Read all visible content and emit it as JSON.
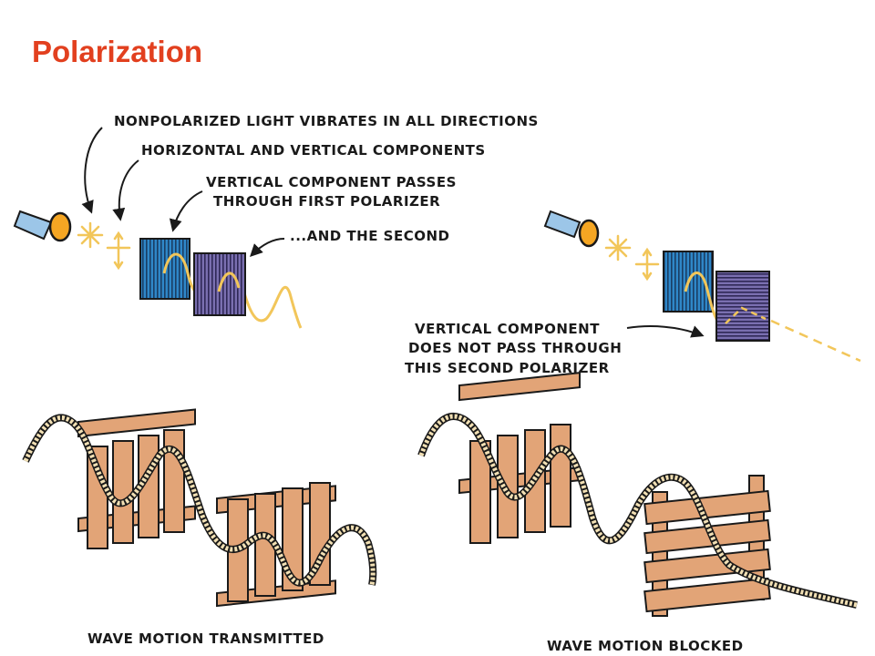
{
  "title": "Polarization",
  "labels": {
    "nonpolarized": "NONPOLARIZED LIGHT VIBRATES IN ALL DIRECTIONS",
    "components": "HORIZONTAL AND VERTICAL COMPONENTS",
    "passes_line1": "VERTICAL COMPONENT PASSES",
    "passes_line2": "THROUGH FIRST POLARIZER",
    "second": "...AND THE SECOND",
    "blocked_line1": "VERTICAL COMPONENT",
    "blocked_line2": "DOES NOT PASS THROUGH",
    "blocked_line3": "THIS SECOND POLARIZER",
    "caption_transmitted": "WAVE MOTION TRANSMITTED",
    "caption_blocked": "WAVE MOTION BLOCKED"
  },
  "colors": {
    "title": "#e2401f",
    "polarizer_blue": "#2f87c8",
    "polarizer_purple": "#7a6fb0",
    "wave": "#f2c65a",
    "fence_wood": "#e2a477",
    "flashlight_body": "#9cc6e8",
    "flashlight_lens": "#f5a623"
  },
  "icons": [
    "flashlight-icon",
    "starburst-icon",
    "cross-arrows-icon",
    "polarizer-icon",
    "fence-icon",
    "rope-icon"
  ]
}
